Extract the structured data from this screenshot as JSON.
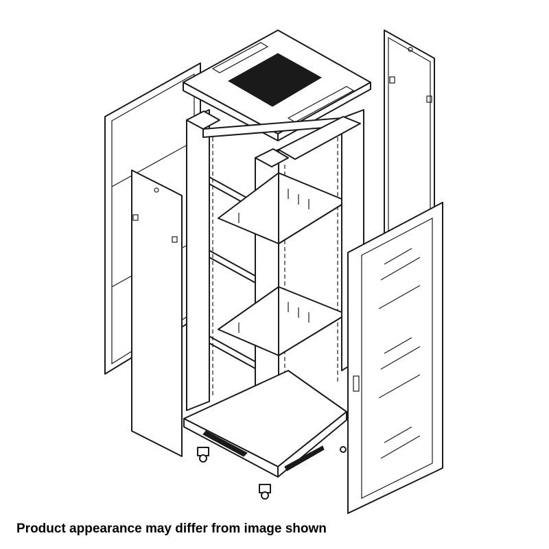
{
  "caption": "Product appearance may differ from image shown",
  "parts": [
    "left-side-panel",
    "left-rear-panel",
    "top-cover",
    "frame",
    "shelf-upper",
    "shelf-lower",
    "base",
    "casters",
    "right-side-panel",
    "glass-front-door"
  ],
  "colors": {
    "line": "#1a1a1a",
    "background": "#ffffff"
  }
}
